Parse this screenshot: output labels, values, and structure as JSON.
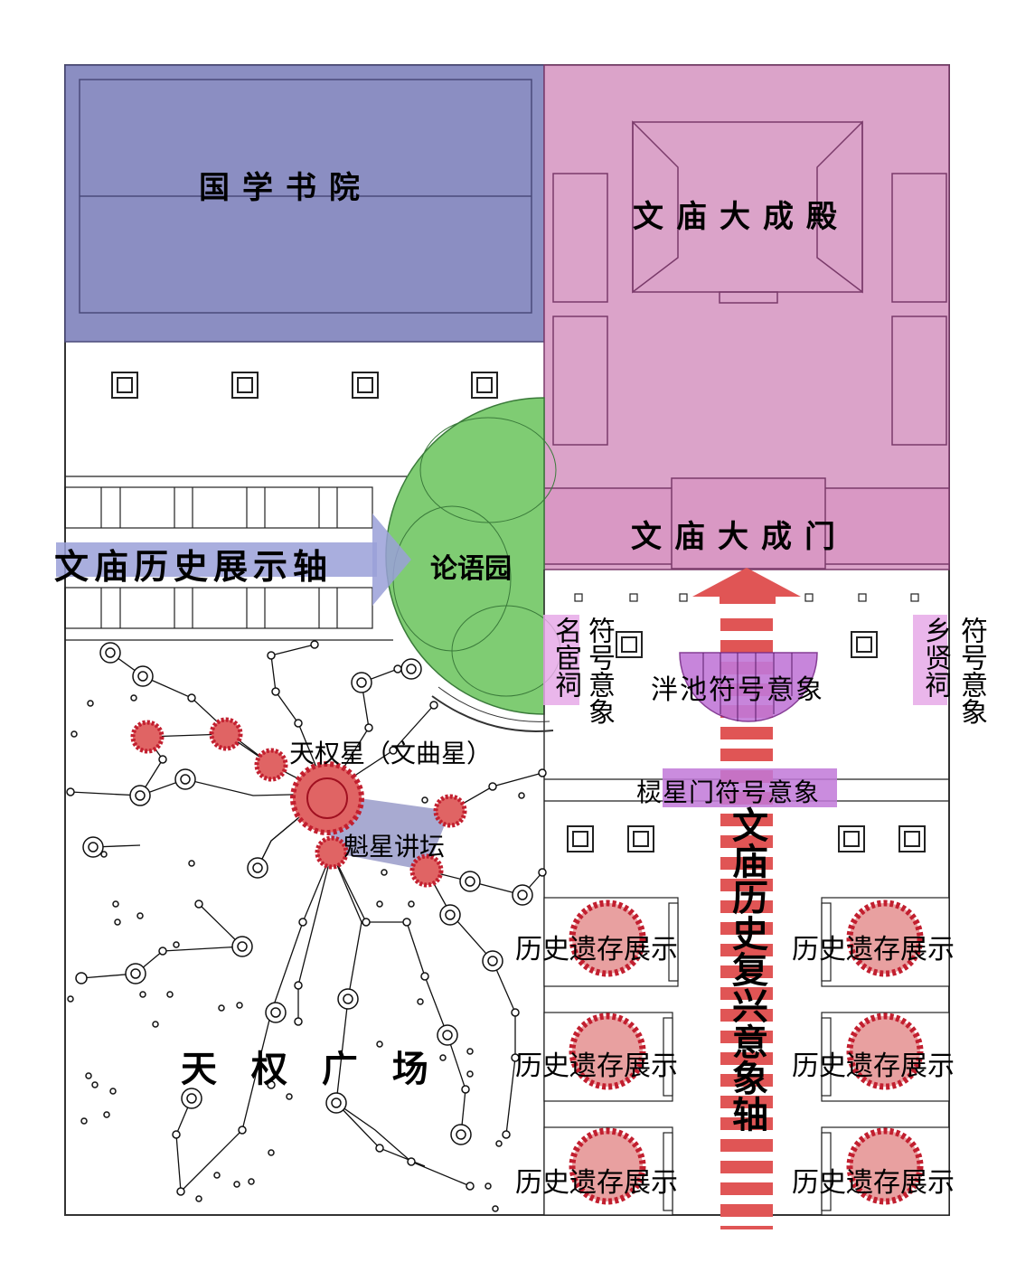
{
  "labels": {
    "academy": "国学书院",
    "main_hall": "文庙大成殿",
    "main_gate": "文庙大成门",
    "history_axis": "文庙历史展示轴",
    "analects_garden": "论语园",
    "mingguan_shrine": "名宦祠",
    "xiangxian_shrine": "乡贤祠",
    "symbol_left": "符号意象",
    "symbol_right": "符号意象",
    "pool": "泮池符号意象",
    "lingxing_gate": "棂星门符号意象",
    "star": "天权星（文曲星）",
    "forum": "魁星讲坛",
    "plaza": "天 权 广 场",
    "revival_axis": "文庙历史复兴意象轴",
    "relic_display": "历史遗存展示"
  },
  "relics": [
    "历史遗存展示",
    "历史遗存展示",
    "历史遗存展示",
    "历史遗存展示",
    "历史遗存展示",
    "历史遗存展示"
  ],
  "colors": {
    "academy": "#8b8ec2",
    "temple": "#dba3c9",
    "garden": "#7fcc73",
    "shrine": "#e6a9e8",
    "pool": "#c178d8",
    "axis_red": "#e05555",
    "relic": "#d46060"
  }
}
